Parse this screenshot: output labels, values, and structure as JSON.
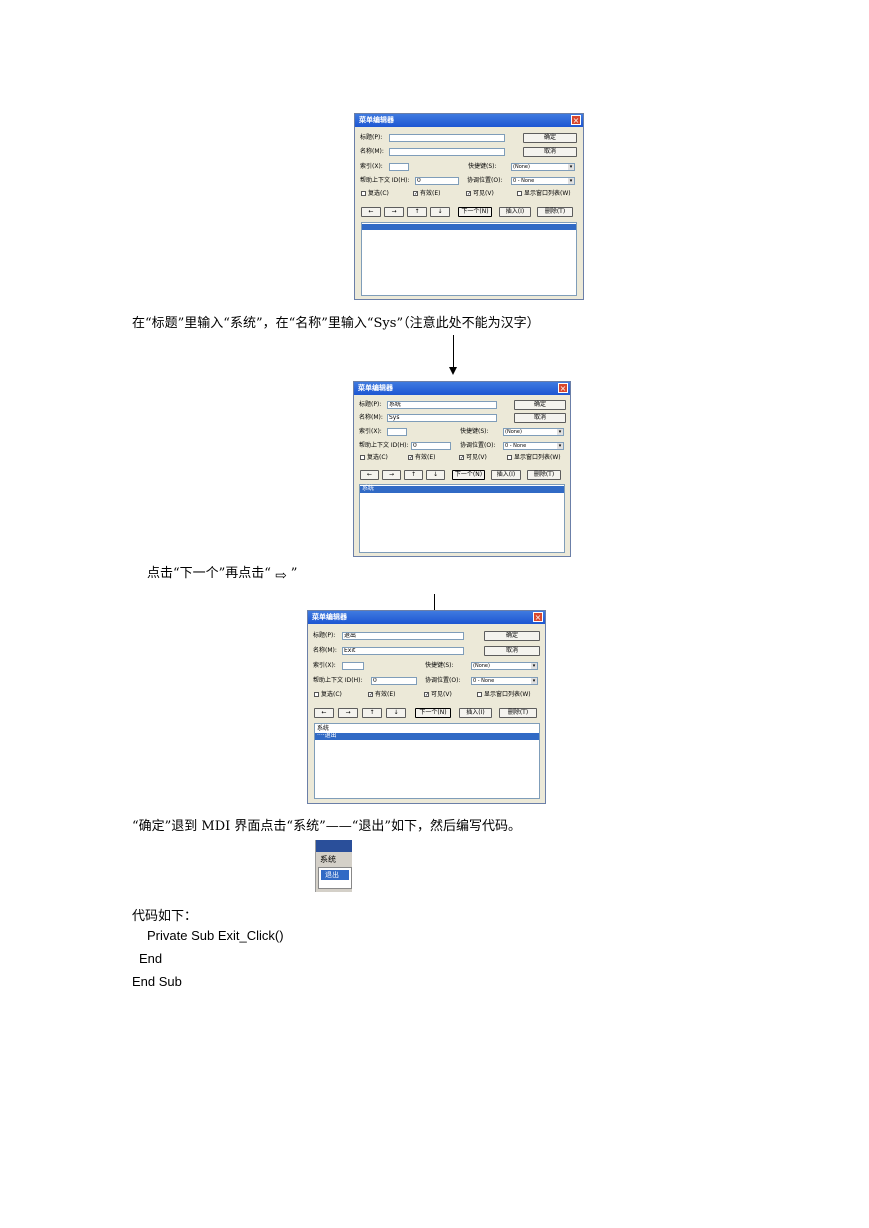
{
  "dialog": {
    "title": "菜单编辑器",
    "close": "×",
    "caption_label": "标题(P):",
    "name_label": "名称(M):",
    "index_label": "索引(X):",
    "shortcut_label": "快捷键(S):",
    "shortcut_value": "(None)",
    "helpid_label": "帮助上下文 ID(H):",
    "helpid_value": "0",
    "negotiate_label": "协调位置(O):",
    "negotiate_value": "0 - None",
    "checked_label": "复选(C)",
    "enabled_label": "有效(E)",
    "visible_label": "可见(V)",
    "windowlist_label": "显示窗口列表(W)",
    "ok": "确定",
    "cancel": "取消",
    "left_arrow": "←",
    "right_arrow": "→",
    "up_arrow": "↑",
    "down_arrow": "↓",
    "next": "下一个(N)",
    "insert": "插入(I)",
    "delete": "删除(T)"
  },
  "step2": {
    "caption": "系统",
    "name": "Sys",
    "list_item": "系统"
  },
  "step3": {
    "caption": "退出",
    "name": "Exit",
    "list_item_1": "系统",
    "list_item_2": "····退出"
  },
  "text": {
    "para1": "在“标题”里输入“系统”，在“名称”里输入“Sys”（注意此处不能为汉字）",
    "para2_a": "点击“下一个”再点击“",
    "para2_icon": "⇨",
    "para2_b": "”",
    "para3": "“确定”退到 MDI 界面点击“系统”——“退出”如下，然后编写代码。",
    "para4": "代码如下：",
    "code1": "Private Sub Exit_Click()",
    "code2": "End",
    "code3": "End Sub"
  },
  "menu_preview": {
    "menu": "系统",
    "item": "退出"
  }
}
